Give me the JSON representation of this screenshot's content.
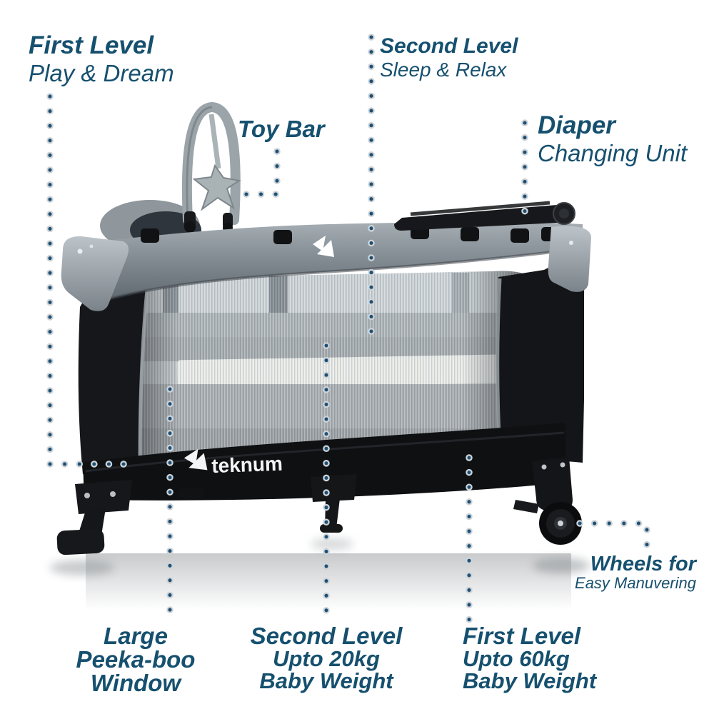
{
  "brand": {
    "logo_text": "teknum"
  },
  "colors": {
    "label_text": "#16506f",
    "leader_dot": "#1d4f74",
    "dot_halo": "#ced4d9",
    "crib_gray": "#8d959b",
    "crib_black": "#101214"
  },
  "labels": {
    "first_level_top": {
      "line1": "First Level",
      "line2": "Play & Dream"
    },
    "toy_bar": {
      "line1": "Toy Bar"
    },
    "second_level_top": {
      "line1": "Second Level",
      "line2": "Sleep & Relax"
    },
    "diaper": {
      "line1": "Diaper",
      "line2": "Changing Unit"
    },
    "wheels": {
      "line1": "Wheels for",
      "line2": "Easy Manuvering"
    },
    "peekaboo_window": {
      "line1": "Large",
      "line2": "Peeka-boo",
      "line3": "Window"
    },
    "second_level_bottom": {
      "line1": "Second Level",
      "line2": "Upto 20kg",
      "line3": "Baby Weight"
    },
    "first_level_bottom": {
      "line1": "First Level",
      "line2": "Upto 60kg",
      "line3": "Baby Weight"
    }
  }
}
